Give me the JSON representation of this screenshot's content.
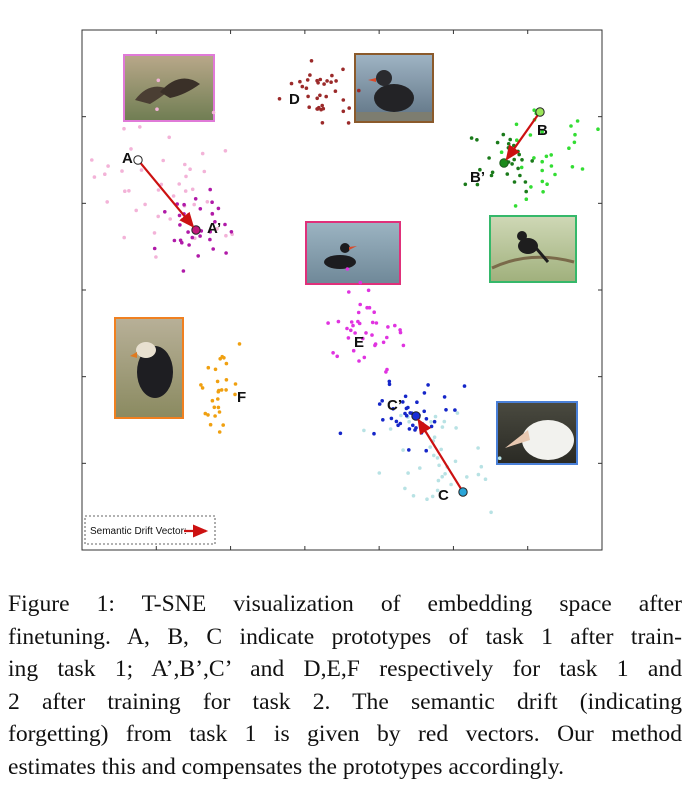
{
  "chart_data": {
    "type": "scatter",
    "title": "",
    "xlabel": "",
    "ylabel": "",
    "grid": false,
    "x_ticks": 7,
    "y_ticks": 6,
    "prototype_labels": [
      {
        "id": "A",
        "text": "A"
      },
      {
        "id": "A2",
        "text": "A’"
      },
      {
        "id": "B",
        "text": "B"
      },
      {
        "id": "B2",
        "text": "B’"
      },
      {
        "id": "C",
        "text": "C"
      },
      {
        "id": "C2",
        "text": "C’"
      },
      {
        "id": "D",
        "text": "D"
      },
      {
        "id": "E",
        "text": "E"
      },
      {
        "id": "F",
        "text": "F"
      }
    ],
    "drift_vectors": [
      {
        "from": "A",
        "to": "A2"
      },
      {
        "from": "B",
        "to": "B2"
      },
      {
        "from": "C",
        "to": "C2"
      }
    ],
    "colors": {
      "task1_A": "#f3b3d8",
      "task2_A": "#b01aa8",
      "task1_B": "#33dd33",
      "task2_B": "#1a7a1a",
      "task1_C": "#b8e2e4",
      "task2_C": "#1526c8",
      "task2_D": "#9b2a2a",
      "task2_E": "#e033e0",
      "task2_F": "#f0a010",
      "arrow": "#cc1111"
    },
    "thumbnail_borders": {
      "A": "#e07ad8",
      "D": "#8b5a2b",
      "B": "#35b86a",
      "E": "#e0307a",
      "F": "#f08020",
      "C": "#4a80d8"
    },
    "legend": {
      "label": "Semantic Drift Vector:"
    }
  },
  "caption": {
    "lines": [
      "Figure 1: T-SNE visualization of embedding space after",
      "finetuning. A, B, C indicate prototypes of task 1 after train-",
      "ing task 1; A’,B’,C’ and D,E,F respectively for task 1 and",
      "2 after training for task 2. The semantic drift (indicating",
      "forgetting) from task 1 is given by red vectors. Our method",
      "estimates this and compensates the prototypes accordingly."
    ]
  }
}
